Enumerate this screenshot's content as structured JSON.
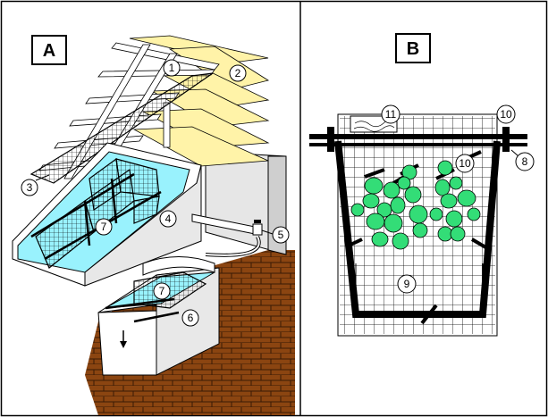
{
  "panels": {
    "a": {
      "label": "A"
    },
    "b": {
      "label": "B"
    }
  },
  "callouts": {
    "a": [
      "1",
      "2",
      "3",
      "4",
      "5",
      "6",
      "7",
      "7"
    ],
    "b": [
      "8",
      "9",
      "10",
      "10",
      "11"
    ]
  },
  "colors": {
    "water": "#99f2fd",
    "shade_panel": "#fff3a8",
    "floor": "#8b4511",
    "leaf": "#33dd77",
    "line": "#000000"
  },
  "icons": [
    "drain-arrow-icon",
    "valve-icon"
  ]
}
